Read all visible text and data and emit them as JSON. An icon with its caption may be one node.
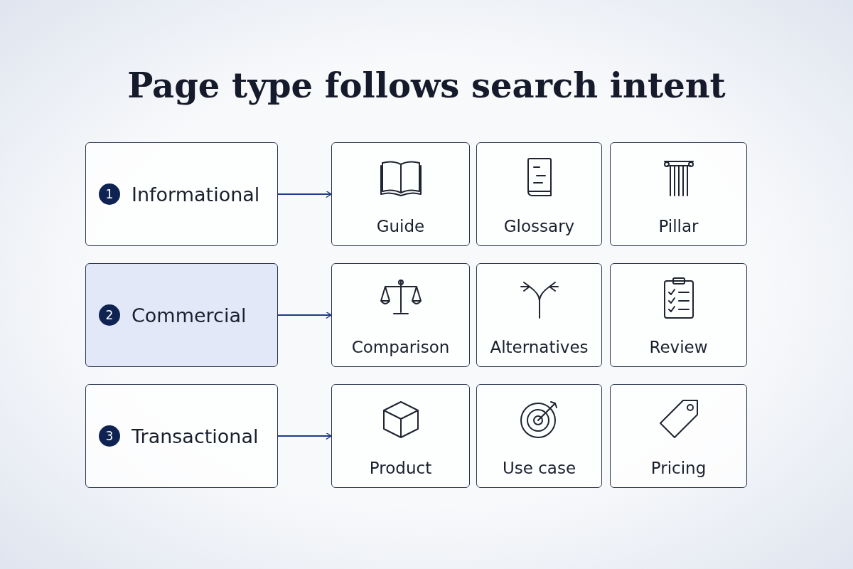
{
  "diagram": {
    "title": "Page type follows search intent",
    "nodes": [
      {
        "text": [
          "1",
          "Informational"
        ]
      },
      {
        "text": [
          "Guide"
        ]
      },
      {
        "text": [
          "Glossary"
        ]
      },
      {
        "text": [
          "Pillar"
        ]
      },
      {
        "text": [
          "2",
          "Commercial"
        ]
      },
      {
        "text": [
          "Comparison"
        ]
      },
      {
        "text": [
          "Alternatives"
        ]
      },
      {
        "text": [
          "Review"
        ]
      },
      {
        "text": [
          "3",
          "Transactional"
        ]
      },
      {
        "text": [
          "Product"
        ]
      },
      {
        "text": [
          "Use case"
        ]
      },
      {
        "text": [
          "Pricing"
        ]
      }
    ],
    "edges": [
      {
        "from": 0,
        "to": 1,
        "arrow": "to"
      },
      {
        "from": 4,
        "to": 5,
        "arrow": "to"
      },
      {
        "from": 8,
        "to": 9,
        "arrow": "to"
      }
    ]
  }
}
